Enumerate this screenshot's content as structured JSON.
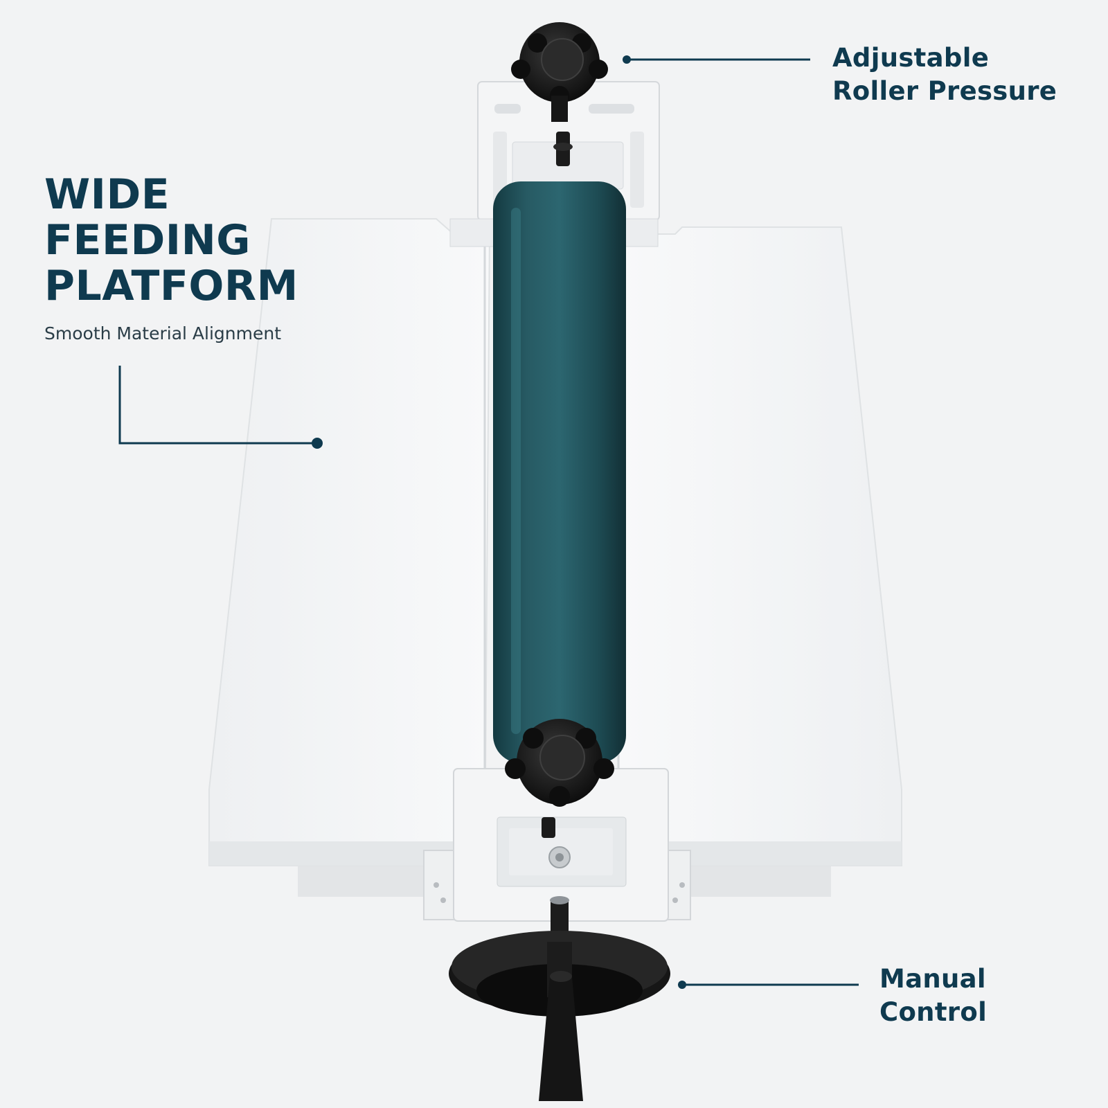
{
  "headline": {
    "lines": [
      "WIDE",
      "FEEDING",
      "PLATFORM"
    ],
    "subtitle": "Smooth Material Alignment"
  },
  "callouts": {
    "roller_pressure": {
      "lines": [
        "Adjustable",
        "Roller Pressure"
      ]
    },
    "manual_control": {
      "lines": [
        "Manual",
        "Control"
      ]
    }
  },
  "colors": {
    "background": "#f2f3f4",
    "text_primary": "#0f3a4f",
    "roller": "#1f4a52",
    "platform": "#f7f8f9",
    "metal": "#1e1e1e"
  }
}
